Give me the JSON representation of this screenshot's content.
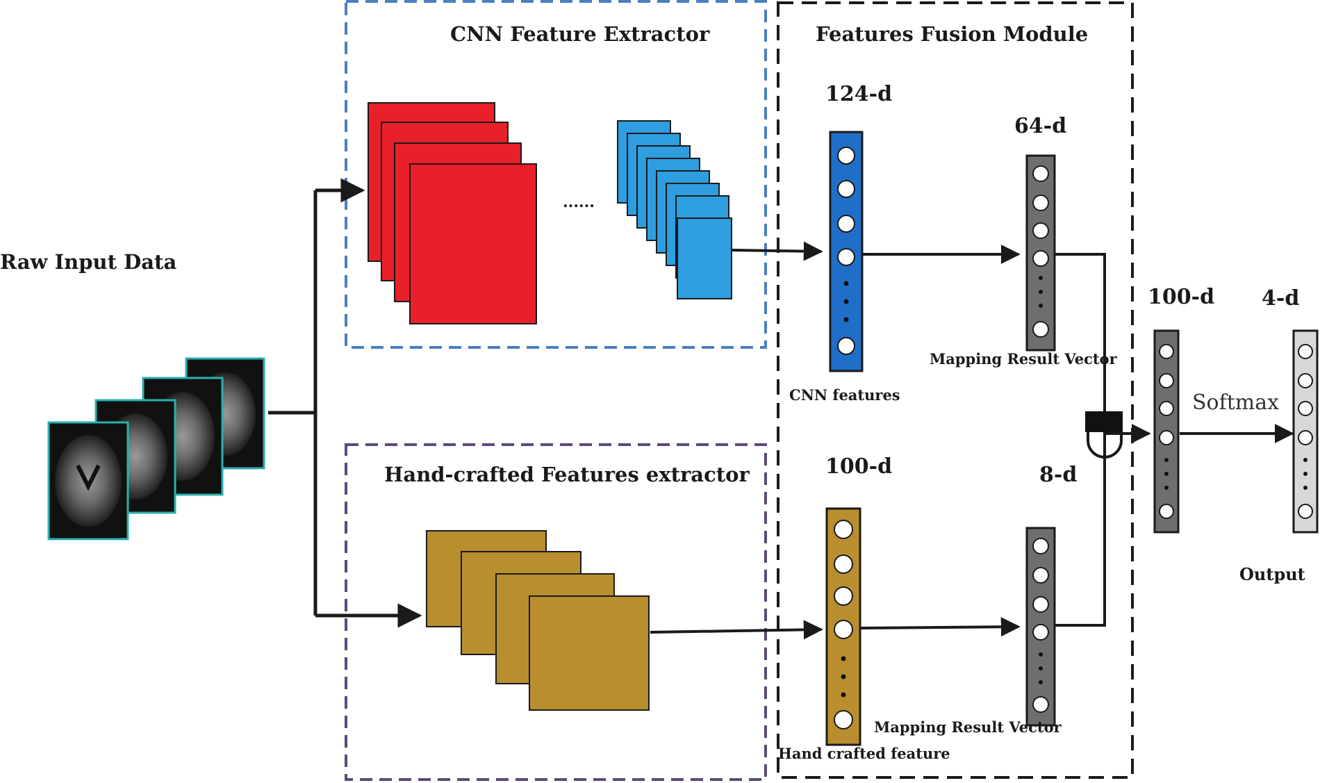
{
  "input": {
    "label": "Raw Input Data"
  },
  "cnn_extractor": {
    "title": "CNN Feature Extractor",
    "ellipsis": "......"
  },
  "handcrafted_extractor": {
    "title": "Hand-crafted Features extractor"
  },
  "fusion": {
    "title": "Features Fusion Module",
    "cnn_vector": {
      "dim": "124-d",
      "label": "CNN features"
    },
    "cnn_mapping": {
      "dim": "64-d",
      "label": "Mapping Result Vector"
    },
    "hand_vector": {
      "dim": "100-d",
      "label": "Hand crafted feature"
    },
    "hand_mapping": {
      "dim": "8-d",
      "label": "Mapping Result Vector"
    }
  },
  "fused_vector": {
    "dim": "100-d"
  },
  "softmax_label": "Softmax",
  "output": {
    "dim": "4-d",
    "label": "Output"
  },
  "colors": {
    "cnn_box_border": "#4a7fc1",
    "hand_box_border": "#5b4a7a",
    "red_map": "#e8202a",
    "blue_map": "#2e9ee0",
    "gold_map": "#b88e2f",
    "cnn_vector_fill": "#1f6fc8",
    "hand_vector_fill": "#b88e2f",
    "gray_vector_fill": "#6e6e6e",
    "output_vector_fill": "#d8d8d8",
    "scan_border": "#2bb0b0"
  }
}
